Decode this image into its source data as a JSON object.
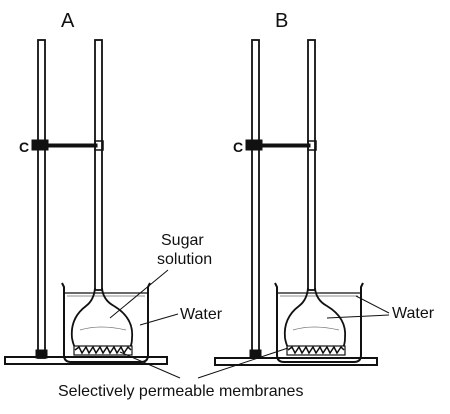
{
  "setups": [
    {
      "id": "A",
      "label": "A",
      "clamp_label": "C"
    },
    {
      "id": "B",
      "label": "B",
      "clamp_label": "C"
    }
  ],
  "labels": {
    "sugar_line1": "Sugar",
    "sugar_line2": "solution",
    "water_a": "Water",
    "water_b": "Water",
    "membranes": "Selectively permeable membranes"
  },
  "colors": {
    "ink": "#111111",
    "background": "#ffffff"
  }
}
